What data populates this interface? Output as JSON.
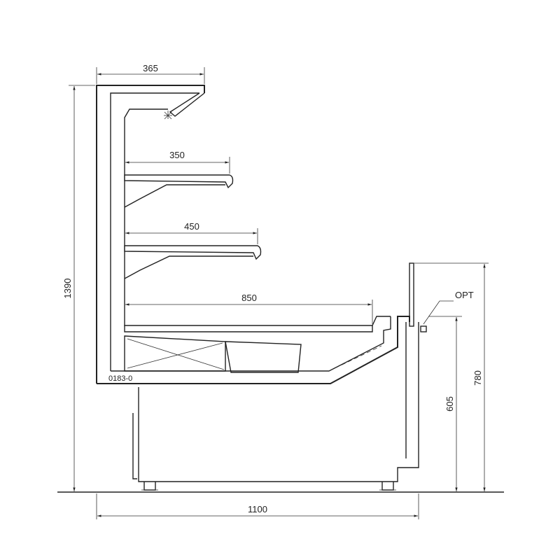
{
  "drawing": {
    "code": "0183-0",
    "option_label": "OPT"
  },
  "dimensions": {
    "top_width": "365",
    "shelf_upper_depth": "350",
    "shelf_middle_depth": "450",
    "base_deck_depth": "850",
    "total_height": "1390",
    "total_depth": "1100",
    "counter_height": "605",
    "glass_height": "780"
  }
}
